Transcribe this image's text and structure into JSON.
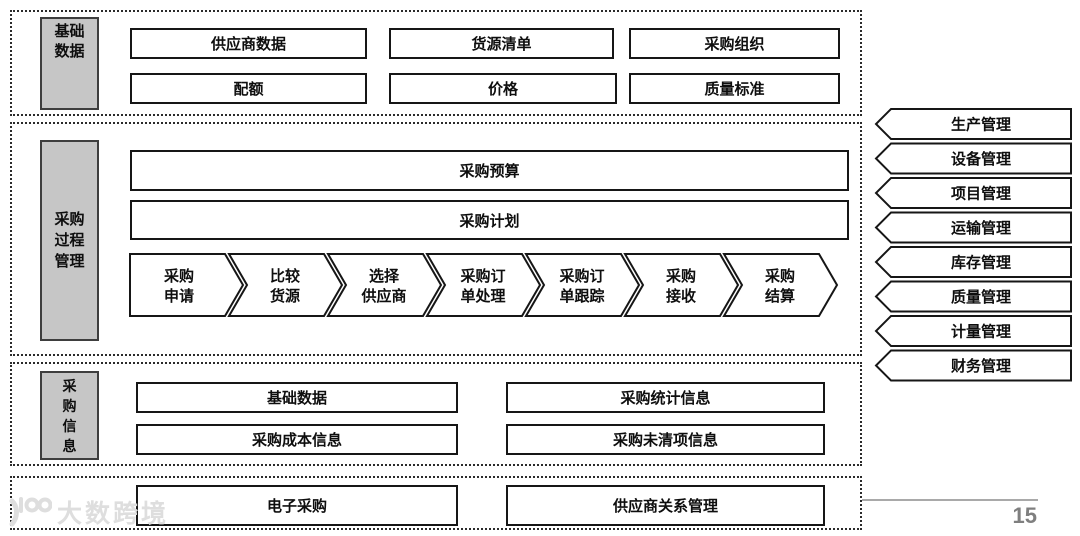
{
  "page_number": "15",
  "watermark": {
    "brand": "大数跨境"
  },
  "colors": {
    "box_border": "#161616",
    "section_border": "#2b2b2b",
    "label_fill": "#c6c6c6",
    "line_gray": "#a9a9a9",
    "page_number_gray": "#7f7f7f"
  },
  "sections": {
    "basic_data": {
      "label": "基础数据",
      "label_lines": [
        "基础",
        "数据"
      ],
      "boxes": [
        "供应商数据",
        "货源清单",
        "采购组织",
        "配额",
        "价格",
        "质量标准"
      ]
    },
    "process": {
      "label": "采购过程管理",
      "label_lines": [
        "采购",
        "过程",
        "管理"
      ],
      "bars": [
        "采购预算",
        "采购计划"
      ],
      "flow": [
        {
          "line1": "采购",
          "line2": "申请"
        },
        {
          "line1": "比较",
          "line2": "货源"
        },
        {
          "line1": "选择",
          "line2": "供应商"
        },
        {
          "line1": "采购订",
          "line2": "单处理"
        },
        {
          "line1": "采购订",
          "line2": "单跟踪"
        },
        {
          "line1": "采购",
          "line2": "接收"
        },
        {
          "line1": "采购",
          "line2": "结算"
        }
      ]
    },
    "purchase_info": {
      "label": "采购信息",
      "label_lines": [
        "采",
        "购",
        "信",
        "息"
      ],
      "boxes": [
        "基础数据",
        "采购统计信息",
        "采购成本信息",
        "采购未清项信息"
      ]
    },
    "bottom": {
      "boxes": [
        "电子采购",
        "供应商关系管理"
      ]
    }
  },
  "right_modules": [
    "生产管理",
    "设备管理",
    "项目管理",
    "运输管理",
    "库存管理",
    "质量管理",
    "计量管理",
    "财务管理"
  ]
}
